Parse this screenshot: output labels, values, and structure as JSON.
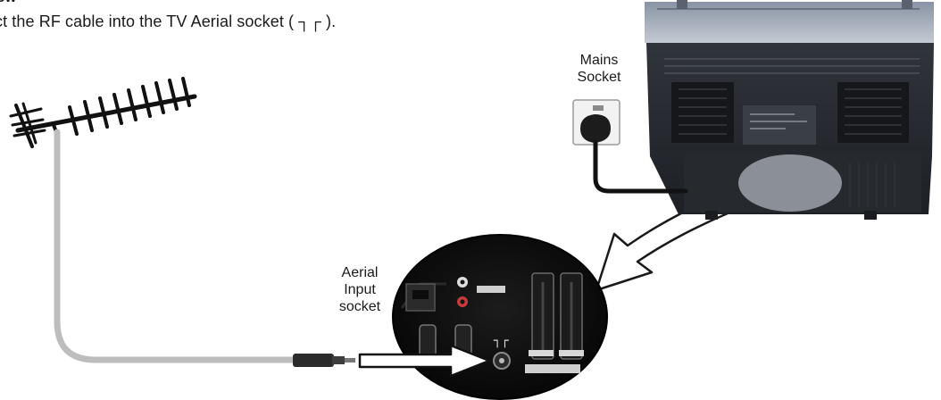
{
  "heading": "ow",
  "instruction": "ct the RF cable into the TV Aerial socket ( ┐┌ ).",
  "labels": {
    "mains_line1": "Mains",
    "mains_line2": "Socket",
    "aerial_line1": "Aerial",
    "aerial_line2": "Input",
    "aerial_line3": "socket"
  },
  "icons": {
    "antenna": "tv-aerial-antenna-icon",
    "aerial_symbol": "aerial-socket-symbol"
  },
  "colors": {
    "cable": "#bdbdbd",
    "tv_body": "#2a2d33",
    "tv_top": "#9aa3b0",
    "panel": "#111111",
    "magnifier": "#c9ccd2"
  }
}
